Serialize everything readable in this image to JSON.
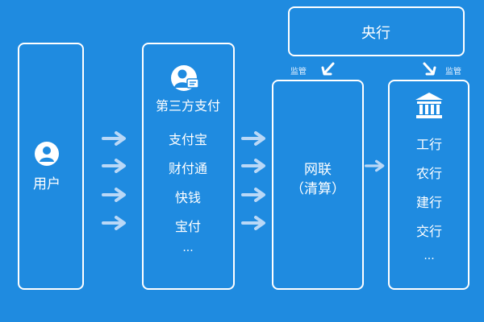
{
  "diagram": {
    "central_bank": "央行",
    "supervision_label": "监管",
    "user": {
      "label": "用户"
    },
    "third_party": {
      "title": "第三方支付",
      "items": [
        "支付宝",
        "财付通",
        "快钱",
        "宝付",
        "..."
      ]
    },
    "unionpay": {
      "line1": "网联",
      "line2": "（清算）"
    },
    "banks": {
      "items": [
        "工行",
        "农行",
        "建行",
        "交行",
        "..."
      ]
    }
  },
  "colors": {
    "background": "#1f8be0",
    "border": "#ffffff",
    "arrow": "#b9d8f7"
  },
  "icons": {
    "user": "user-icon",
    "third_party": "user-card-icon",
    "bank": "bank-icon",
    "flow_arrow": "arrow-right-icon",
    "supervision_arrow": "arrow-down-icon"
  }
}
